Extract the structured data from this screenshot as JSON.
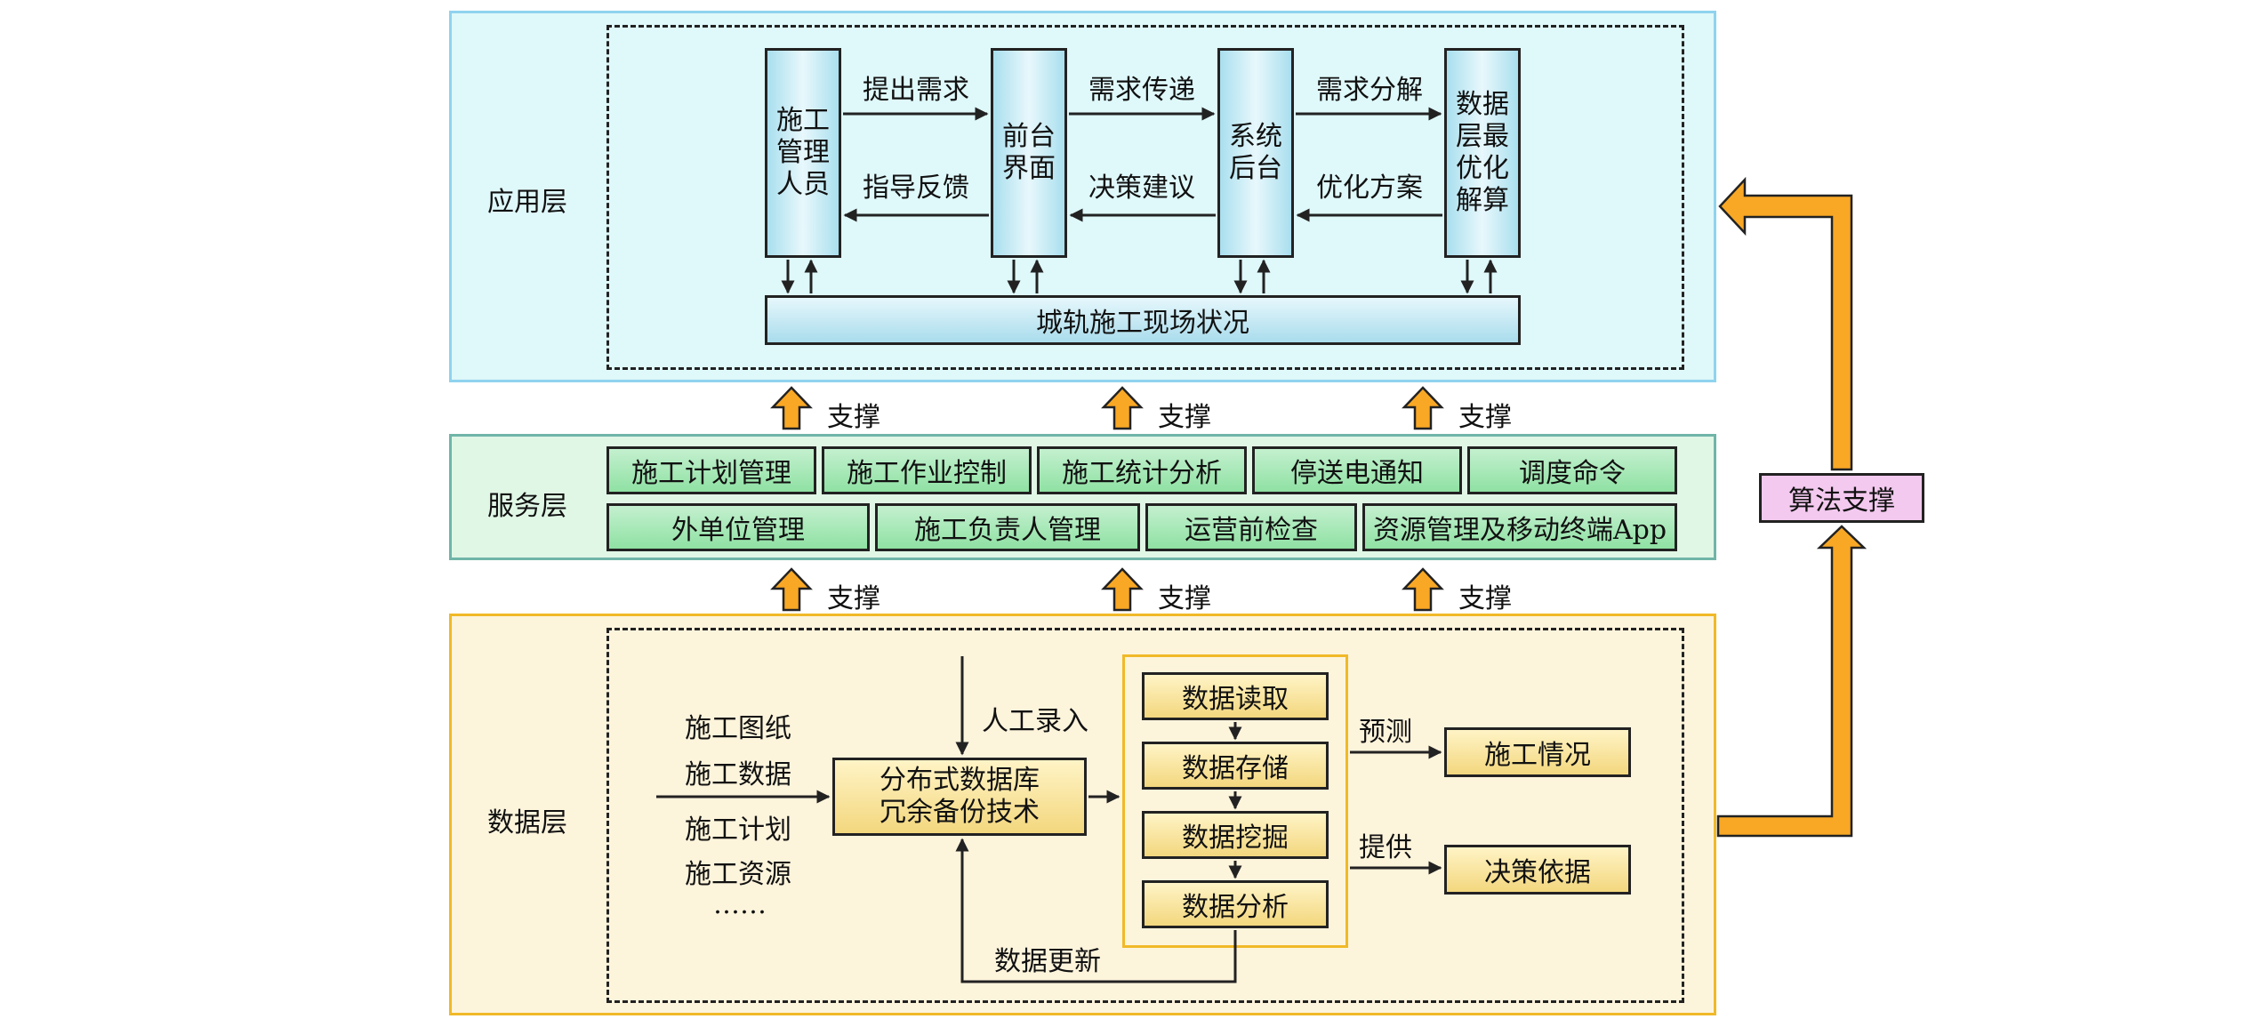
{
  "layers": {
    "application": "应用层",
    "service": "服务层",
    "data": "数据层"
  },
  "application": {
    "actors": [
      "施工管理人员",
      "前台界面",
      "系统后台",
      "数据层最优化解算"
    ],
    "forward_labels": [
      "提出需求",
      "需求传递",
      "需求分解"
    ],
    "backward_labels": [
      "指导反馈",
      "决策建议",
      "优化方案"
    ],
    "site_status": "城轨施工现场状况"
  },
  "support_label": "支撑",
  "algorithm_support": "算法支撑",
  "service": {
    "row1": [
      "施工计划管理",
      "施工作业控制",
      "施工统计分析",
      "停送电通知",
      "调度命令"
    ],
    "row2": [
      "外单位管理",
      "施工负责人管理",
      "运营前检查",
      "资源管理及移动终端App"
    ]
  },
  "data_layer": {
    "inputs": [
      "施工图纸",
      "施工数据",
      "施工计划",
      "施工资源",
      "……"
    ],
    "manual_entry": "人工录入",
    "database": [
      "分布式数据库",
      "冗余备份技术"
    ],
    "processing": [
      "数据读取",
      "数据存储",
      "数据挖掘",
      "数据分析"
    ],
    "data_update": "数据更新",
    "predict_label": "预测",
    "provide_label": "提供",
    "outputs": [
      "施工情况",
      "决策依据"
    ]
  },
  "colors": {
    "application_bg": "#dff8fa",
    "service_bg": "#e1f7e6",
    "data_bg": "#fdf4dc",
    "support_arrow": "#f9a825",
    "algorithm_box": "#f3c9ef"
  }
}
